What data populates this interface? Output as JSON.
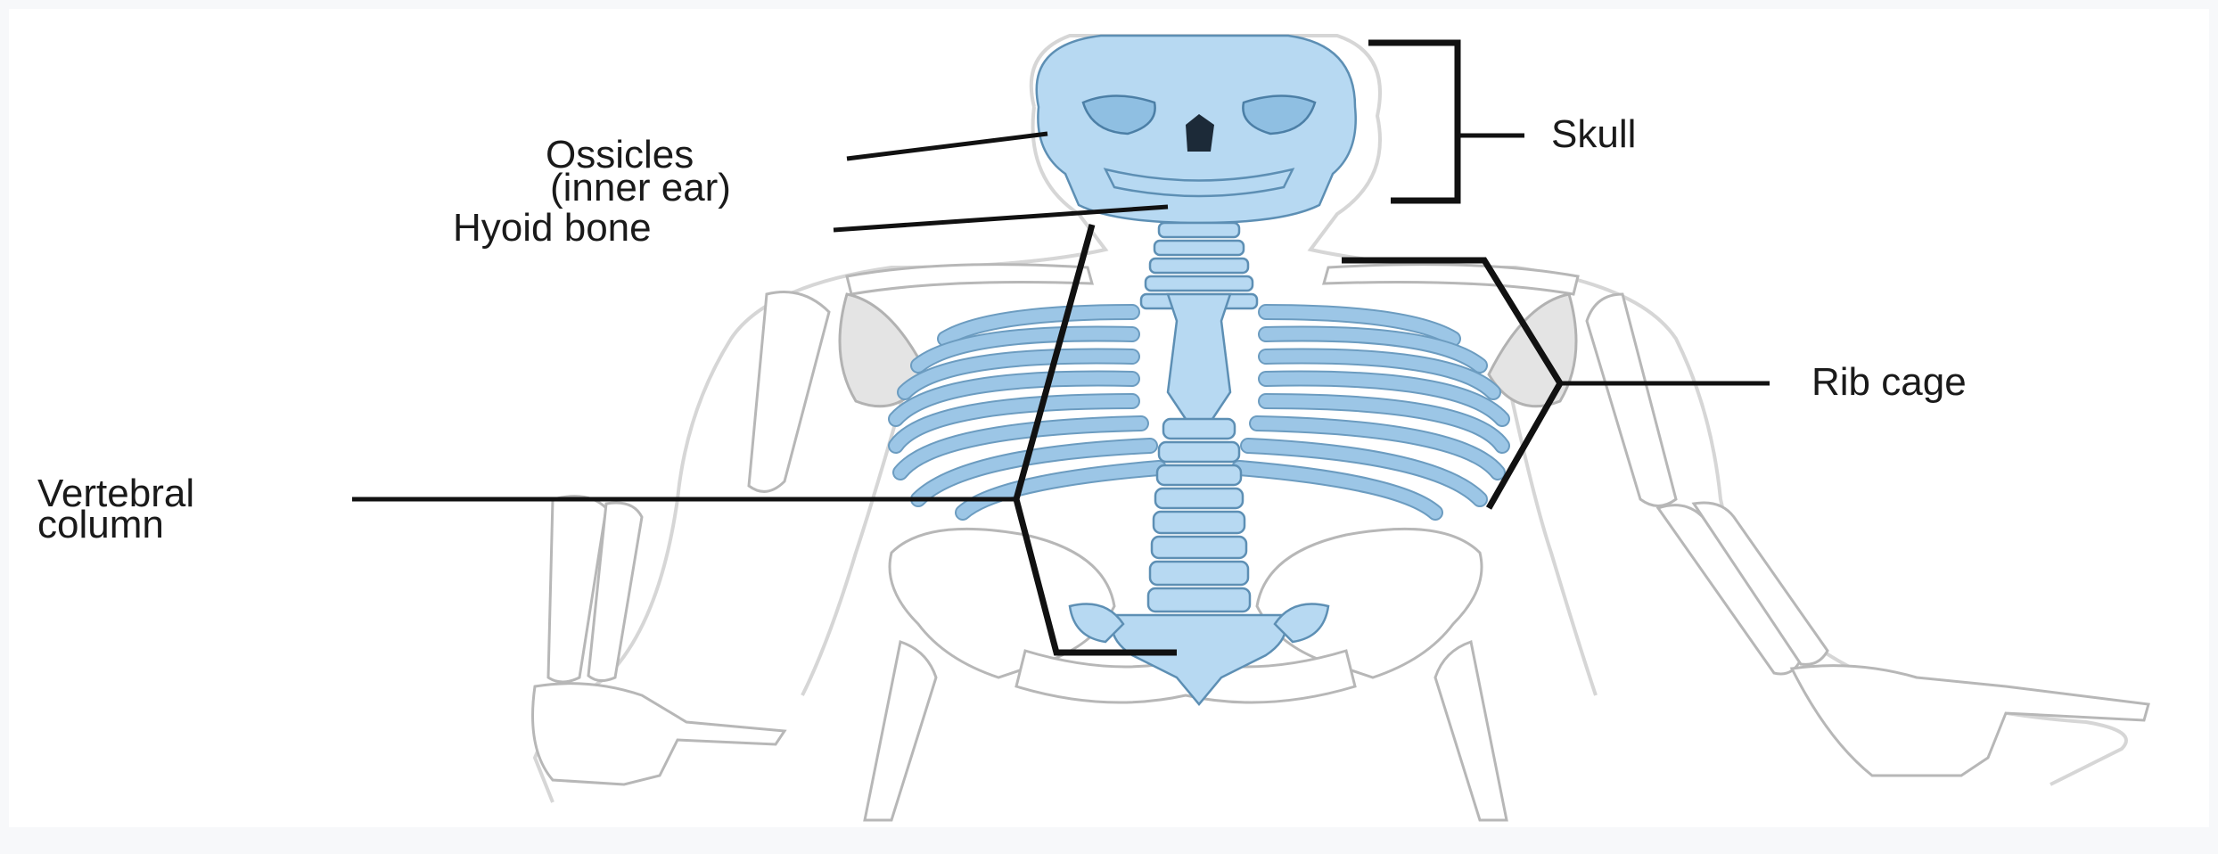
{
  "labels": {
    "ossicles_line1": "Ossicles",
    "ossicles_line2": "(inner ear)",
    "hyoid": "Hyoid bone",
    "skull": "Skull",
    "rib_cage": "Rib cage",
    "vertebral_line1": "Vertebral",
    "vertebral_line2": "column"
  },
  "colors": {
    "axial_skeleton": "#b7d9f2",
    "appendicular_skeleton": "#ffffff",
    "leader_lines": "#111111"
  }
}
